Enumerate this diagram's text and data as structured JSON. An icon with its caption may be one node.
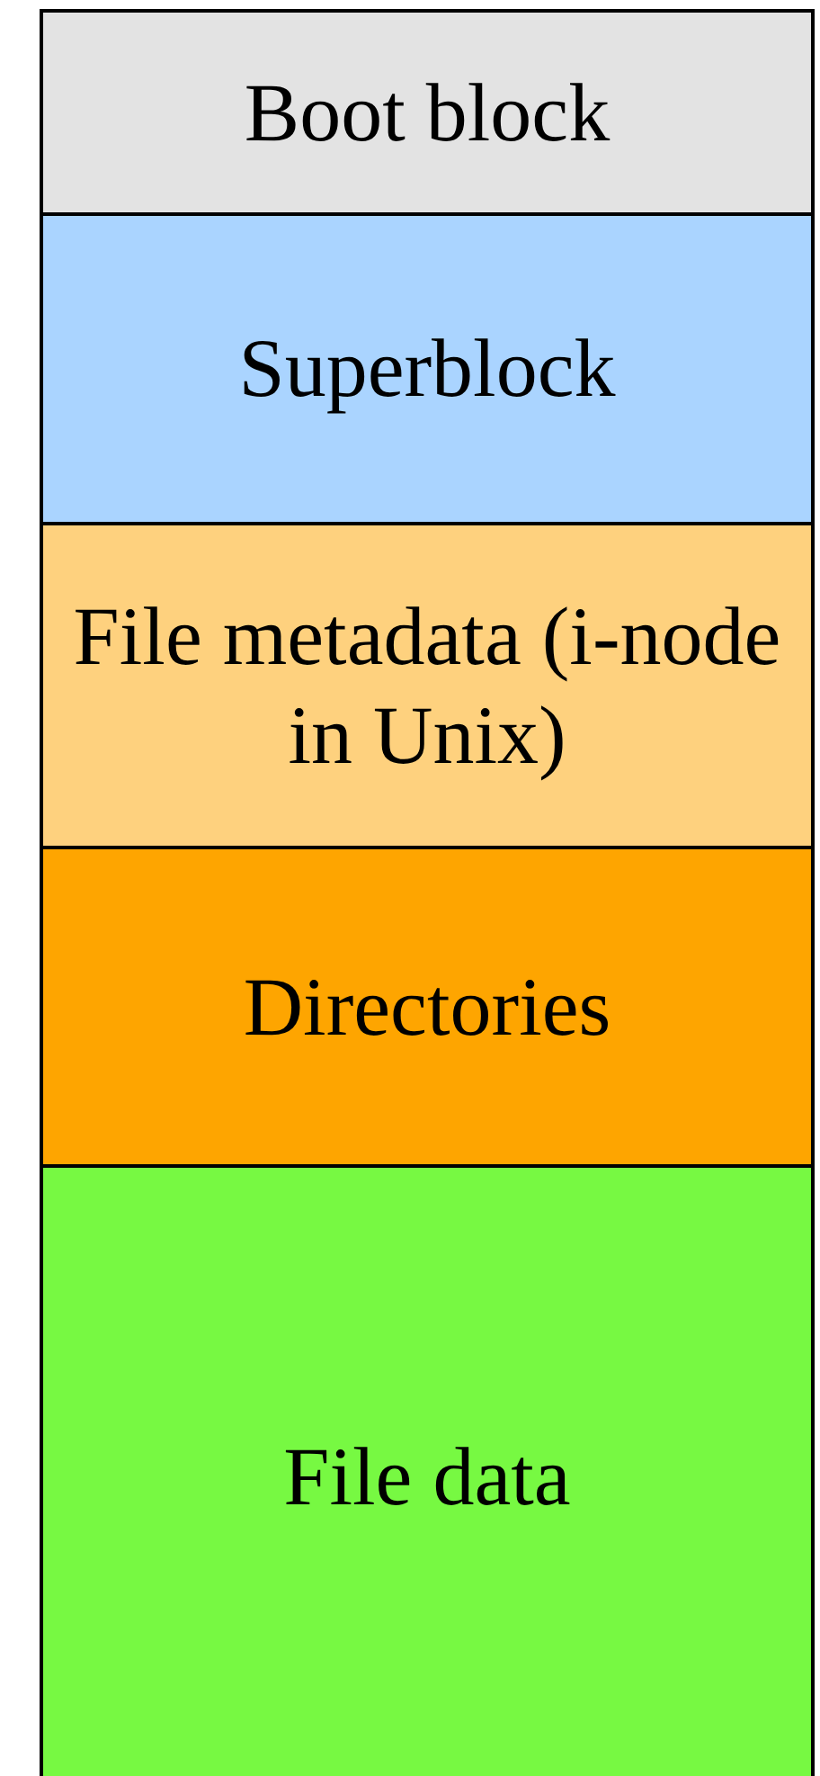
{
  "diagram": {
    "nodes": [
      {
        "text": [
          "Boot block"
        ]
      },
      {
        "text": [
          "Superblock"
        ]
      },
      {
        "text": [
          "File metadata (i-node in Unix)"
        ]
      },
      {
        "text": [
          "Directories"
        ]
      },
      {
        "text": [
          "File data"
        ]
      }
    ]
  }
}
